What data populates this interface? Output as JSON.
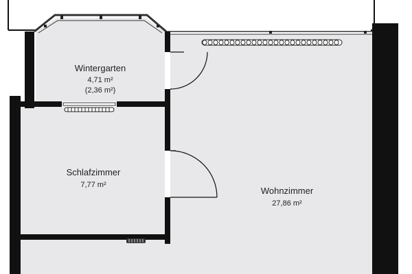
{
  "floorplan": {
    "colors": {
      "wall": "#111111",
      "floor": "#e8e8ea",
      "background": "#ffffff",
      "fixture_line": "#333333"
    },
    "rooms": [
      {
        "id": "wintergarten",
        "name": "Wintergarten",
        "area": "4,71 m²",
        "secondary_area": "(2,36 m²)"
      },
      {
        "id": "schlafzimmer",
        "name": "Schlafzimmer",
        "area": "7,77 m²"
      },
      {
        "id": "wohnzimmer",
        "name": "Wohnzimmer",
        "area": "27,86 m²"
      }
    ]
  }
}
